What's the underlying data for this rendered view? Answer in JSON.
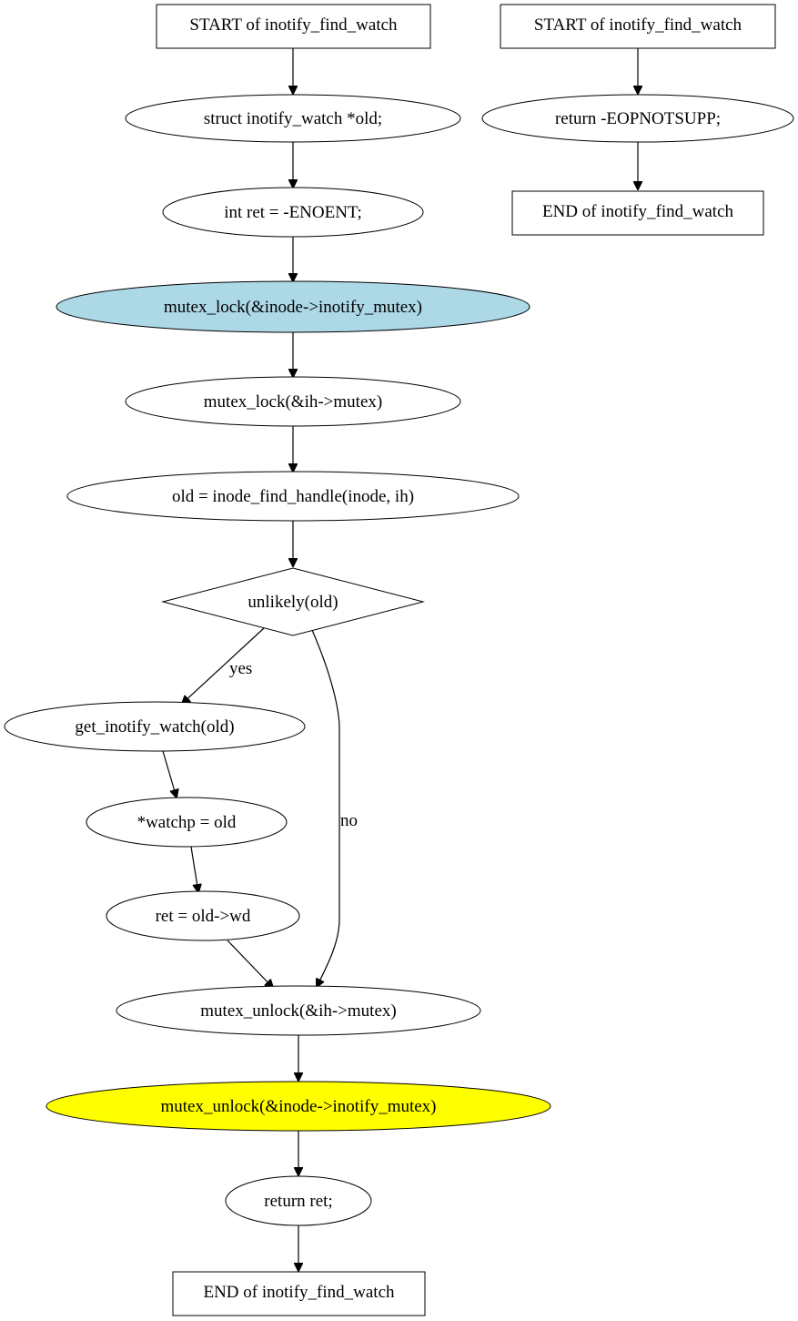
{
  "colors": {
    "highlight_blue": "#add8e6",
    "highlight_yellow": "#ffff00",
    "default_fill": "#ffffff",
    "stroke": "#000000"
  },
  "nodes": {
    "start_left": "START of inotify_find_watch",
    "decl_old": "struct inotify_watch *old;",
    "decl_ret": "int ret = -ENOENT;",
    "lock_inode": "mutex_lock(&inode->inotify_mutex)",
    "lock_ih": "mutex_lock(&ih->mutex)",
    "find_handle": "old = inode_find_handle(inode, ih)",
    "cond_unlikely": "unlikely(old)",
    "get_watch": "get_inotify_watch(old)",
    "set_watchp": "*watchp = old",
    "set_ret": "ret = old->wd",
    "unlock_ih": "mutex_unlock(&ih->mutex)",
    "unlock_inode": "mutex_unlock(&inode->inotify_mutex)",
    "return_ret": "return ret;",
    "end_left": "END of inotify_find_watch",
    "start_right": "START of inotify_find_watch",
    "return_eop": "return -EOPNOTSUPP;",
    "end_right": "END of inotify_find_watch"
  },
  "edges": {
    "yes_label": "yes",
    "no_label": "no"
  }
}
